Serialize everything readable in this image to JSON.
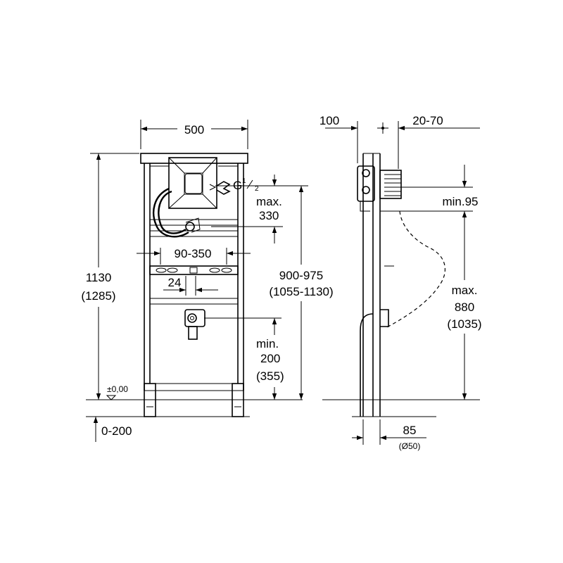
{
  "front_view": {
    "width": "500",
    "height_main": "1130",
    "height_alt": "(1285)",
    "thread_g": "G",
    "thread_sup": "1",
    "thread_sub": "2",
    "max_label": "max.",
    "max_value": "330",
    "bracket_span": "90-350",
    "offset": "24",
    "inlet_range": "900-975",
    "inlet_range_alt": "(1055-1130)",
    "min_label": "min.",
    "min_value": "200",
    "min_value_alt": "(355)",
    "floor_level": "±0,00",
    "foot_adjust": "0-200"
  },
  "side_view": {
    "depth_front": "100",
    "depth_adjust": "20-70",
    "min_clearance": "min.95",
    "max_label": "max.",
    "max_value": "880",
    "max_value_alt": "(1035)",
    "pipe_offset": "85",
    "pipe_diameter": "(Ø50)"
  }
}
